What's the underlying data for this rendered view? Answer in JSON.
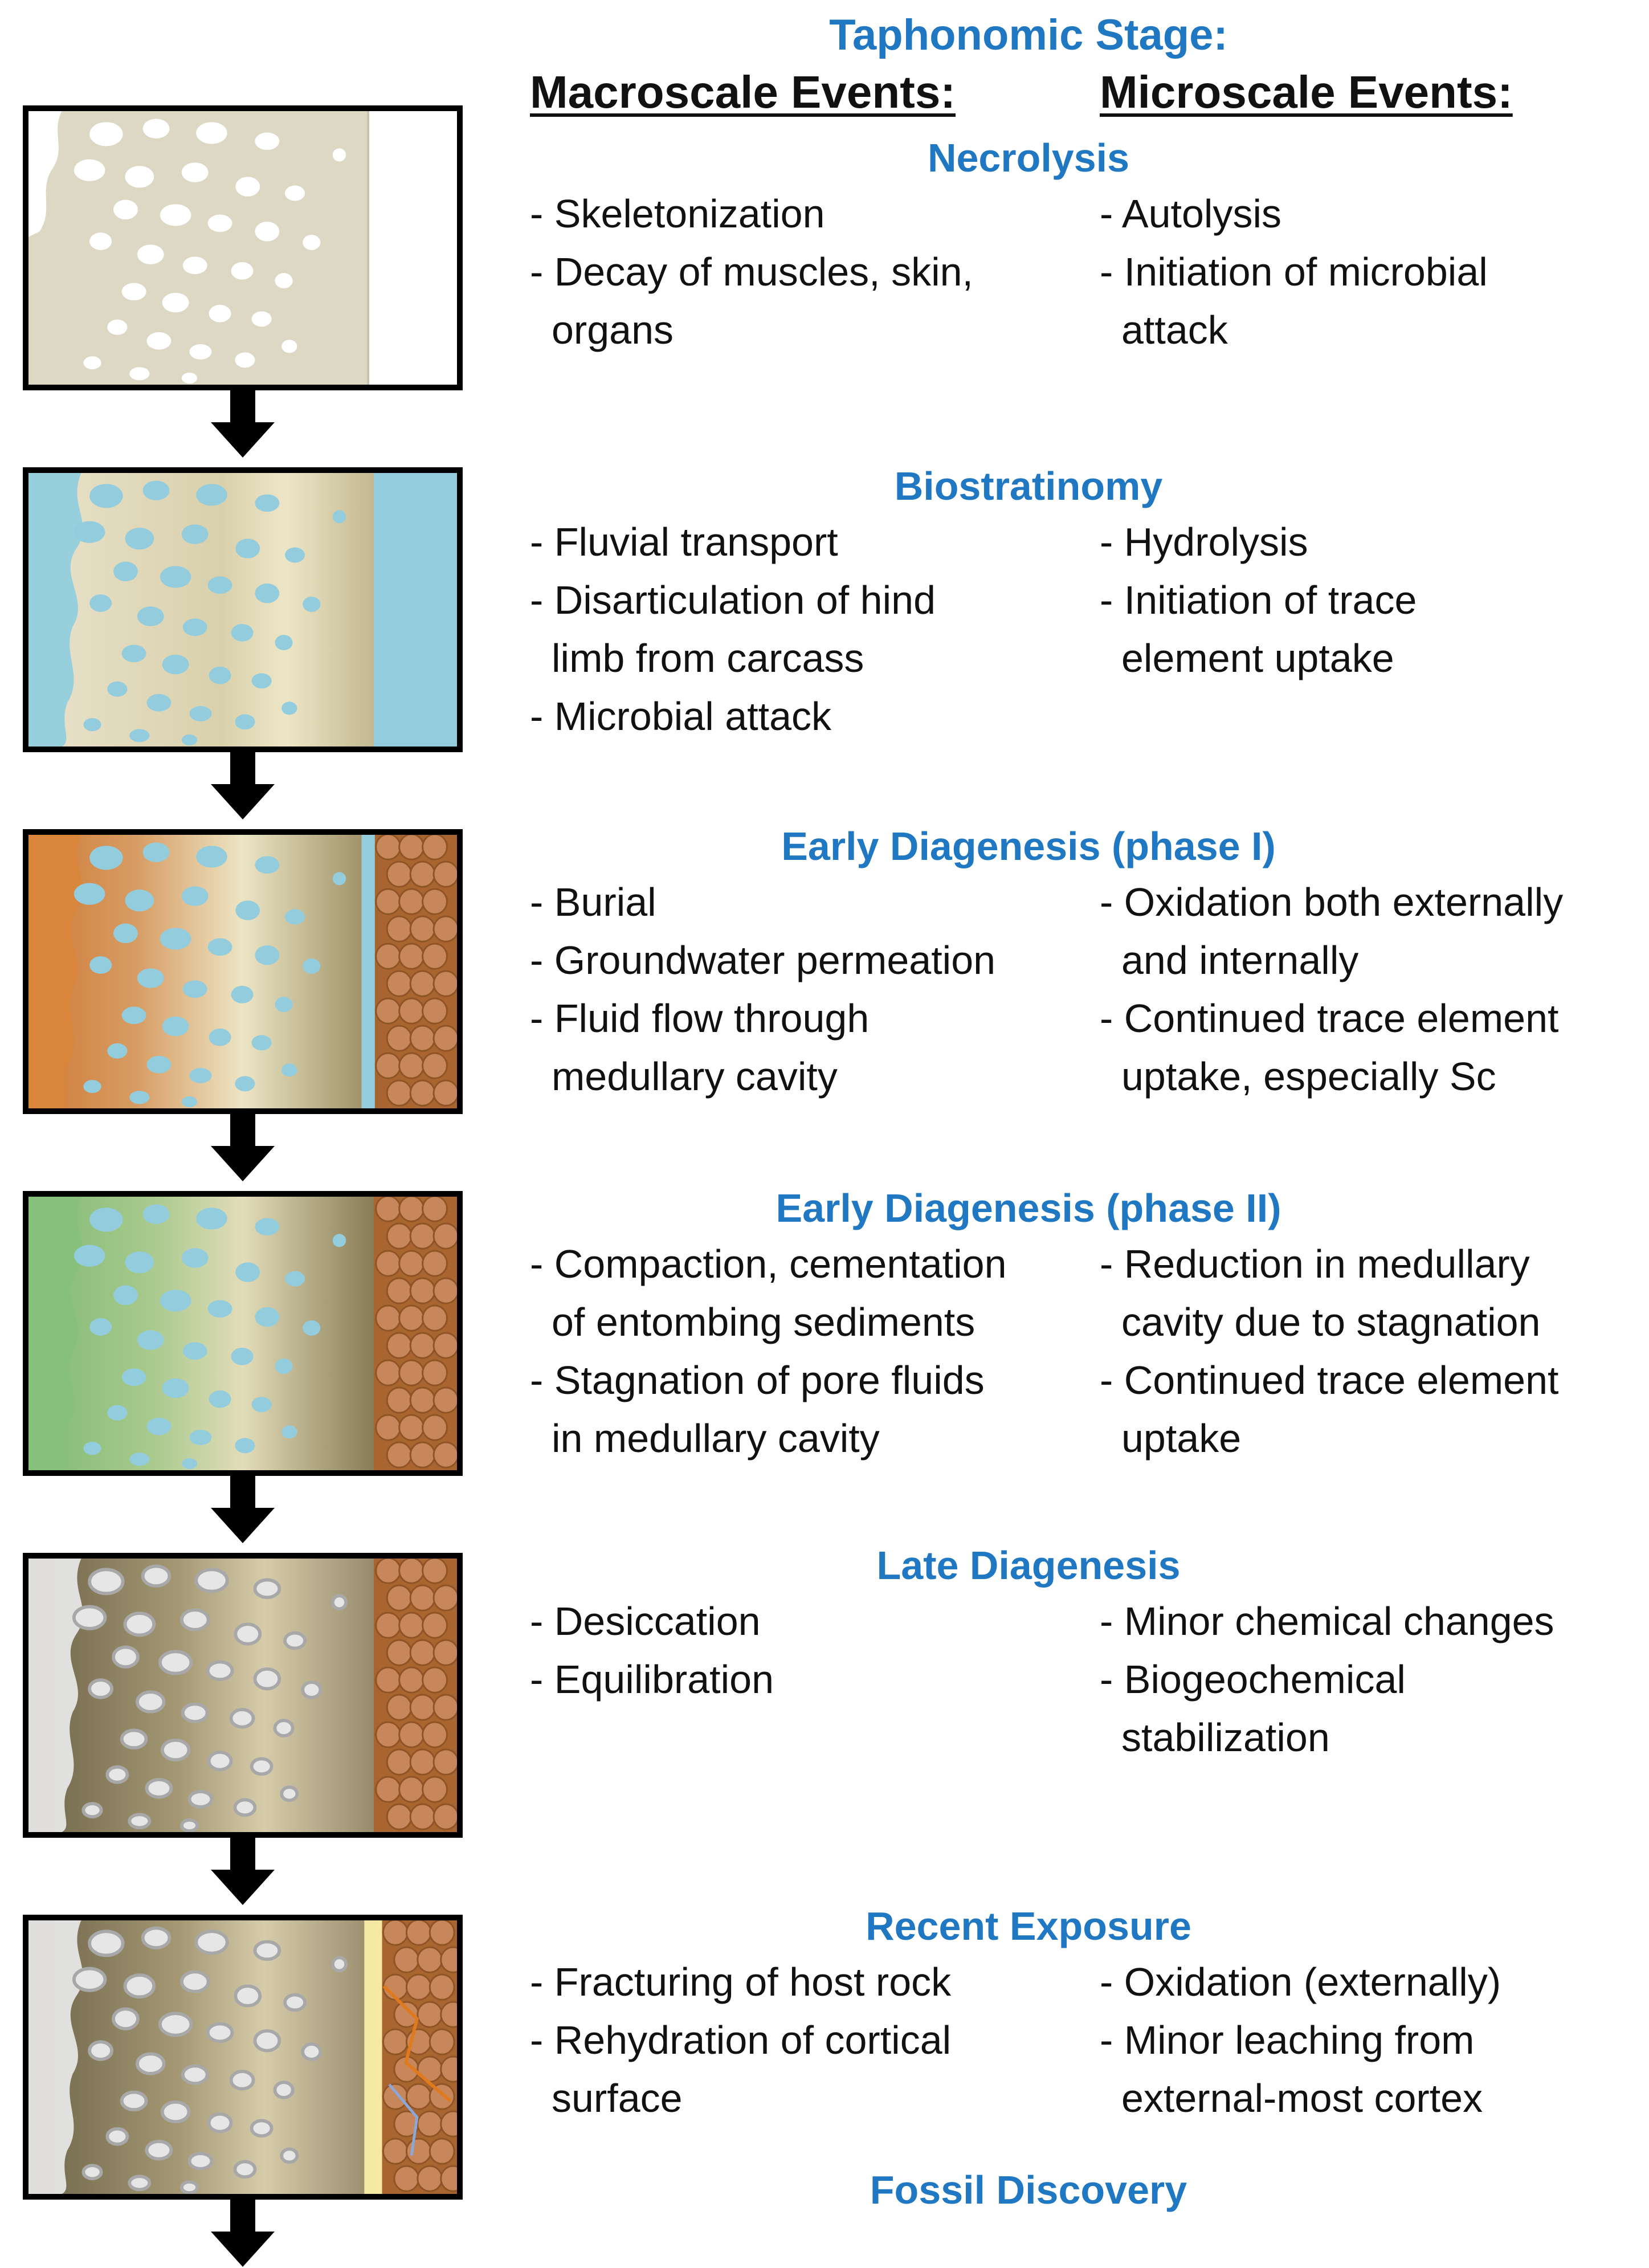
{
  "header": {
    "title": "Taphonomic Stage:",
    "macro_label": "Macroscale Events:",
    "micro_label": "Microscale Events:"
  },
  "colors": {
    "title_blue": "#1f78c1",
    "bone_beige": "#ddd8c4",
    "water_blue": "#93cddd",
    "sediment_orange": "#d9863c",
    "green": "#86c07a",
    "dark_olive": "#6d6448",
    "pebble_brown": "#c8875a",
    "pore_grey": "#e6e6e6"
  },
  "stages": [
    {
      "name": "Necrolysis",
      "macro": [
        "- Skeletonization",
        "- Decay of muscles, skin,\norgans"
      ],
      "micro": [
        "- Autolysis",
        "- Initiation of microbial\nattack"
      ]
    },
    {
      "name": "Biostratinomy",
      "macro": [
        "- Fluvial transport",
        "- Disarticulation of hind\nlimb from carcass",
        "- Microbial attack"
      ],
      "micro": [
        "- Hydrolysis",
        "- Initiation of trace\nelement  uptake"
      ]
    },
    {
      "name": "Early Diagenesis  (phase I)",
      "macro": [
        "- Burial",
        "- Groundwater   permeation",
        "- Fluid flow through\nmedullary  cavity"
      ],
      "micro": [
        "- Oxidation both externally\nand internally",
        "- Continued trace element\nuptake,  especially Sc"
      ]
    },
    {
      "name": "Early Diagenesis  (phase II)",
      "macro": [
        "- Compaction, cementation\nof entombing  sediments",
        "- Stagnation of pore fluids\nin medullary  cavity"
      ],
      "micro": [
        "- Reduction in medullary\ncavity due to stagnation",
        "- Continued trace element\nuptake"
      ]
    },
    {
      "name": "Late Diagenesis",
      "macro": [
        "- Desiccation",
        "- Equilibration"
      ],
      "micro": [
        "- Minor chemical changes",
        "- Biogeochemical\nstabilization"
      ]
    },
    {
      "name": "Recent Exposure",
      "macro": [
        "- Fracturing of host rock",
        "- Rehydration  of cortical\nsurface"
      ],
      "micro": [
        "- Oxidation (externally)",
        "- Minor leaching from\nexternal-most cortex"
      ]
    }
  ],
  "final_stage": "Fossil Discovery"
}
